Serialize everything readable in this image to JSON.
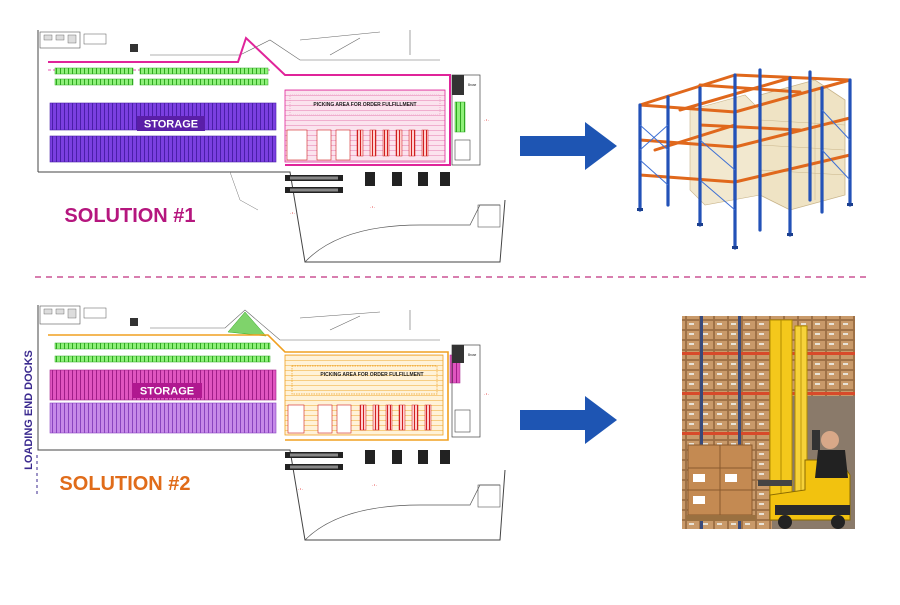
{
  "solution1": {
    "title": "SOLUTION #1",
    "title_color": "#b5167e",
    "storage_label": "STORAGE",
    "storage_color": "#6f2fd6",
    "picking_label": "PICKING AREA FOR ORDER FULFILLMENT",
    "accent": "#e0249a",
    "equipment_icon": "pallet-rack-3d"
  },
  "solution2": {
    "title": "SOLUTION #2",
    "title_color": "#e06c1a",
    "storage_label": "STORAGE",
    "storage_color": "#d0249c",
    "picking_label": "PICKING AREA FOR ORDER FULFILLMENT",
    "accent": "#f0a020",
    "equipment_icon": "forklift-photo"
  },
  "side_label": "LOADING END DOCKS",
  "side_label_color": "#3b2a8f",
  "arrow_color": "#1e55b3",
  "divider_color": "#c0307f"
}
